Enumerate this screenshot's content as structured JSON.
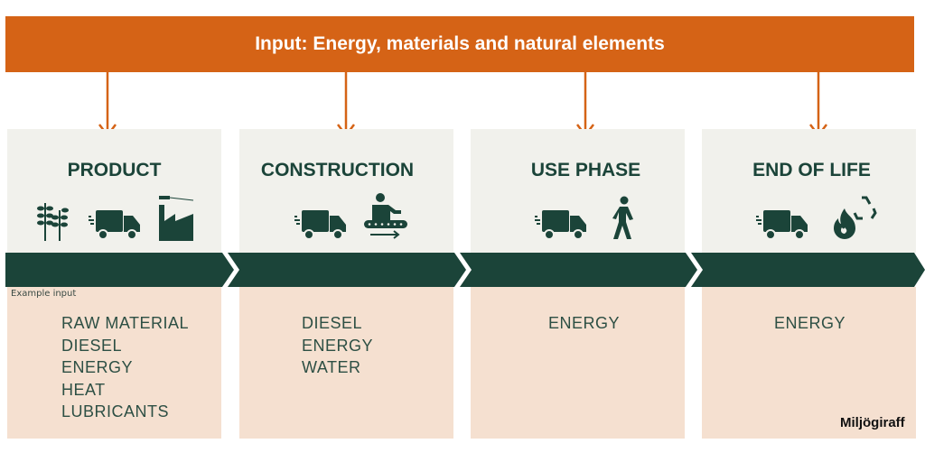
{
  "header": {
    "title": "Input: Energy, materials and natural elements"
  },
  "stages": [
    {
      "title": "PRODUCT",
      "icons": [
        "plant-icon",
        "truck-icon",
        "factory-icon"
      ],
      "inputs": [
        "RAW MATERIAL",
        "DIESEL",
        "ENERGY",
        "HEAT",
        "LUBRICANTS"
      ]
    },
    {
      "title": "CONSTRUCTION",
      "icons": [
        "truck-icon",
        "worker-conveyor-icon"
      ],
      "inputs": [
        "DIESEL",
        "ENERGY",
        "WATER"
      ]
    },
    {
      "title": "USE PHASE",
      "icons": [
        "truck-icon",
        "walking-person-icon"
      ],
      "inputs": [
        "ENERGY"
      ]
    },
    {
      "title": "END OF LIFE",
      "icons": [
        "truck-icon",
        "fire-recycle-icon"
      ],
      "inputs": [
        "ENERGY"
      ]
    }
  ],
  "example_label": "Example input",
  "logo": "Miljögiraff",
  "colors": {
    "orange": "#d56316",
    "green": "#1b4439",
    "panel": "#f1f1ec",
    "peach": "#f5e0d0"
  }
}
